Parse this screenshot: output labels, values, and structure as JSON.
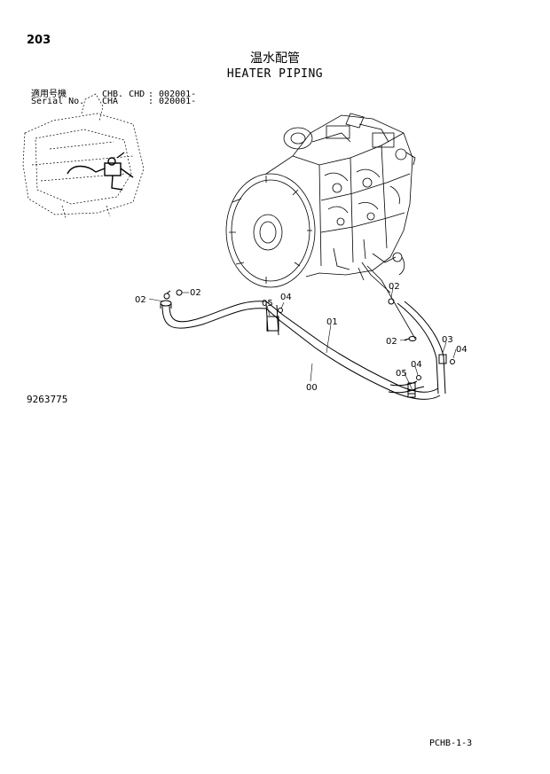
{
  "header": {
    "page_number": "203",
    "title_jp": "温水配管",
    "title_en": "HEATER PIPING"
  },
  "serial_info": {
    "row1": {
      "label": "適用号機",
      "model": "CHB. CHD",
      "number": ": 002001-"
    },
    "row2": {
      "label": "Serial No.",
      "model": "CHA",
      "number": ": 020001-"
    }
  },
  "diagram": {
    "callouts": [
      "02",
      "02",
      "05",
      "04",
      "01",
      "00",
      "02",
      "02",
      "03",
      "04",
      "05",
      "04"
    ]
  },
  "drawing_number": "9263775",
  "footer": {
    "code": "PCHB-1-3"
  }
}
